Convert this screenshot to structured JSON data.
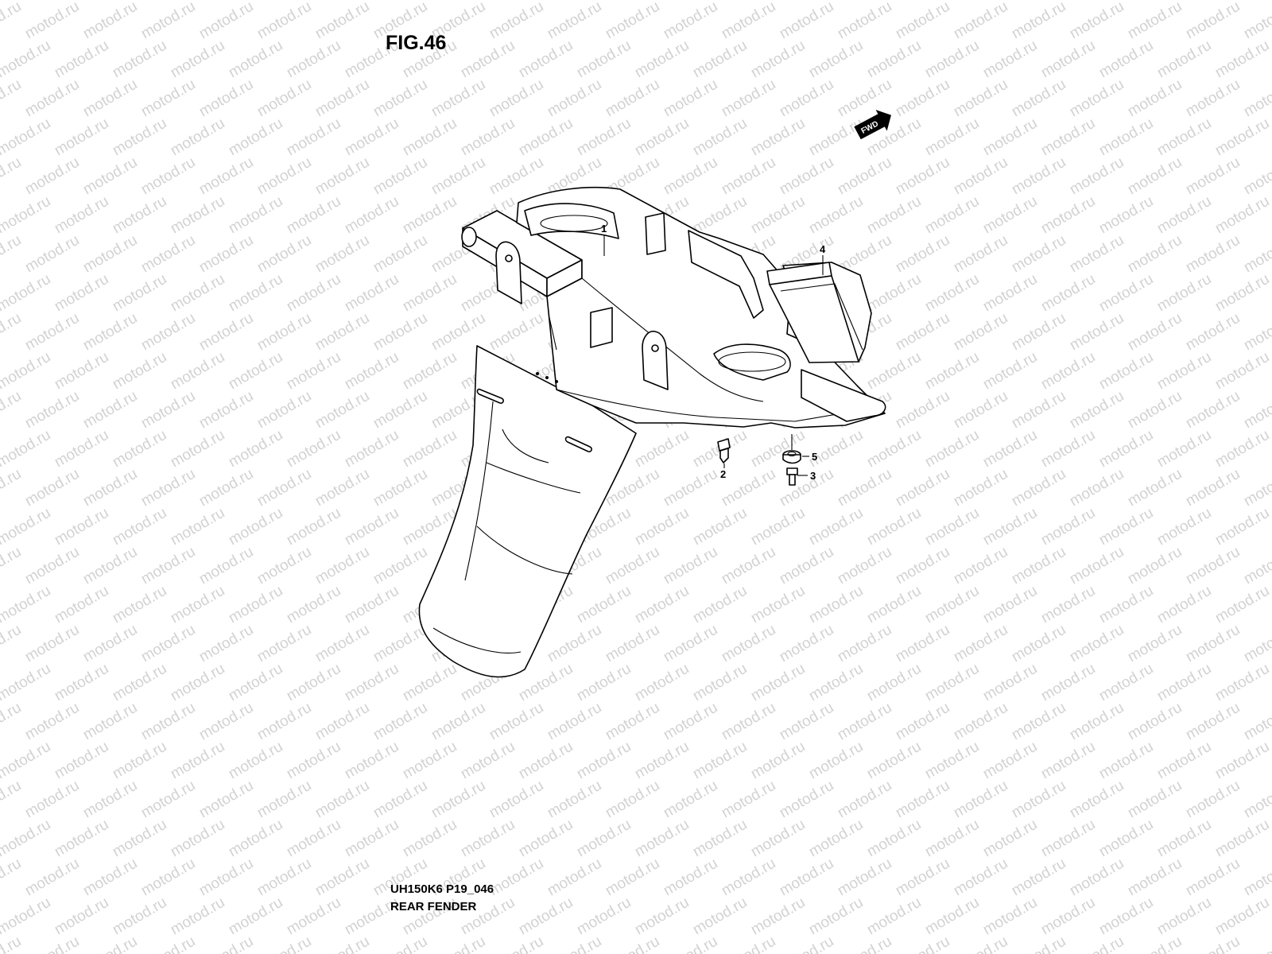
{
  "figure": {
    "title": "FIG.46"
  },
  "watermark": {
    "text": "motod.ru"
  },
  "direction_badge": {
    "label": "FWD"
  },
  "callouts": [
    {
      "id": "1",
      "label": "1"
    },
    {
      "id": "2",
      "label": "2"
    },
    {
      "id": "3",
      "label": "3"
    },
    {
      "id": "4",
      "label": "4"
    },
    {
      "id": "5",
      "label": "5"
    }
  ],
  "footer": {
    "model_code": "UH150K6 P19_046",
    "caption": "REAR FENDER"
  },
  "colors": {
    "line": "#000000",
    "watermark": "#d2d2d2",
    "background": "#ffffff"
  }
}
